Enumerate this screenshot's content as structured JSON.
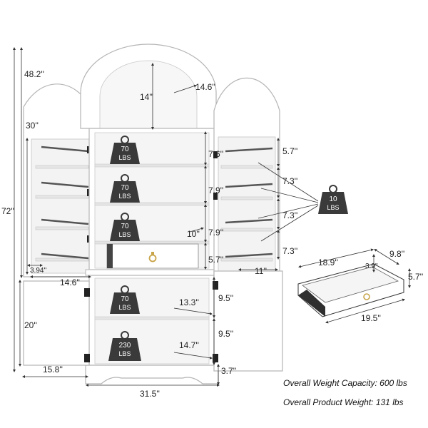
{
  "dimensions": {
    "door_height": "48.2''",
    "arch_depth": "14''",
    "arch_radius": "14.6''",
    "door_rack_height": "30''",
    "total_height": "72''",
    "shelf_gap_1": "7.6''",
    "shelf_gap_2": "7.9''",
    "shelf_gap_3": "7.9''",
    "shelf_depth": "10''",
    "drawer_gap": "5.7''",
    "rack_gap_1": "5.7''",
    "rack_gap_2": "7.3''",
    "rack_gap_3": "7.3''",
    "rack_gap_4": "7.3''",
    "rack_depth": "3.94''",
    "upper_inner_width": "14.6''",
    "rack_width": "11''",
    "lower_door_height": "20''",
    "lower_shelf_depth_1": "13.3''",
    "lower_shelf_depth_2": "14.7''",
    "lower_gap_1": "9.5''",
    "lower_gap_2": "9.5''",
    "lower_door_width": "15.8''",
    "base_height": "3.7''",
    "total_width": "31.5''"
  },
  "drawer_detail": {
    "width": "18.9''",
    "depth": "9.8''",
    "inner_height": "3.9''",
    "height": "5.7''",
    "length": "19.5''"
  },
  "weights": {
    "shelf_1": {
      "value": "70",
      "unit": "LBS"
    },
    "shelf_2": {
      "value": "70",
      "unit": "LBS"
    },
    "shelf_3": {
      "value": "70",
      "unit": "LBS"
    },
    "shelf_4": {
      "value": "70",
      "unit": "LBS"
    },
    "base_shelf": {
      "value": "230",
      "unit": "LBS"
    },
    "door_rack": {
      "value": "10",
      "unit": "LBS"
    }
  },
  "captions": {
    "capacity": "Overall Weight Capacity: 600 lbs",
    "product_weight": "Overall Product Weight: 131 lbs"
  },
  "colors": {
    "cabinet": "#ffffff",
    "outline": "#b5b5b5",
    "weight_icon": "#3a3a3a",
    "rack_bar": "#555555",
    "handle": "#c9a54a"
  }
}
